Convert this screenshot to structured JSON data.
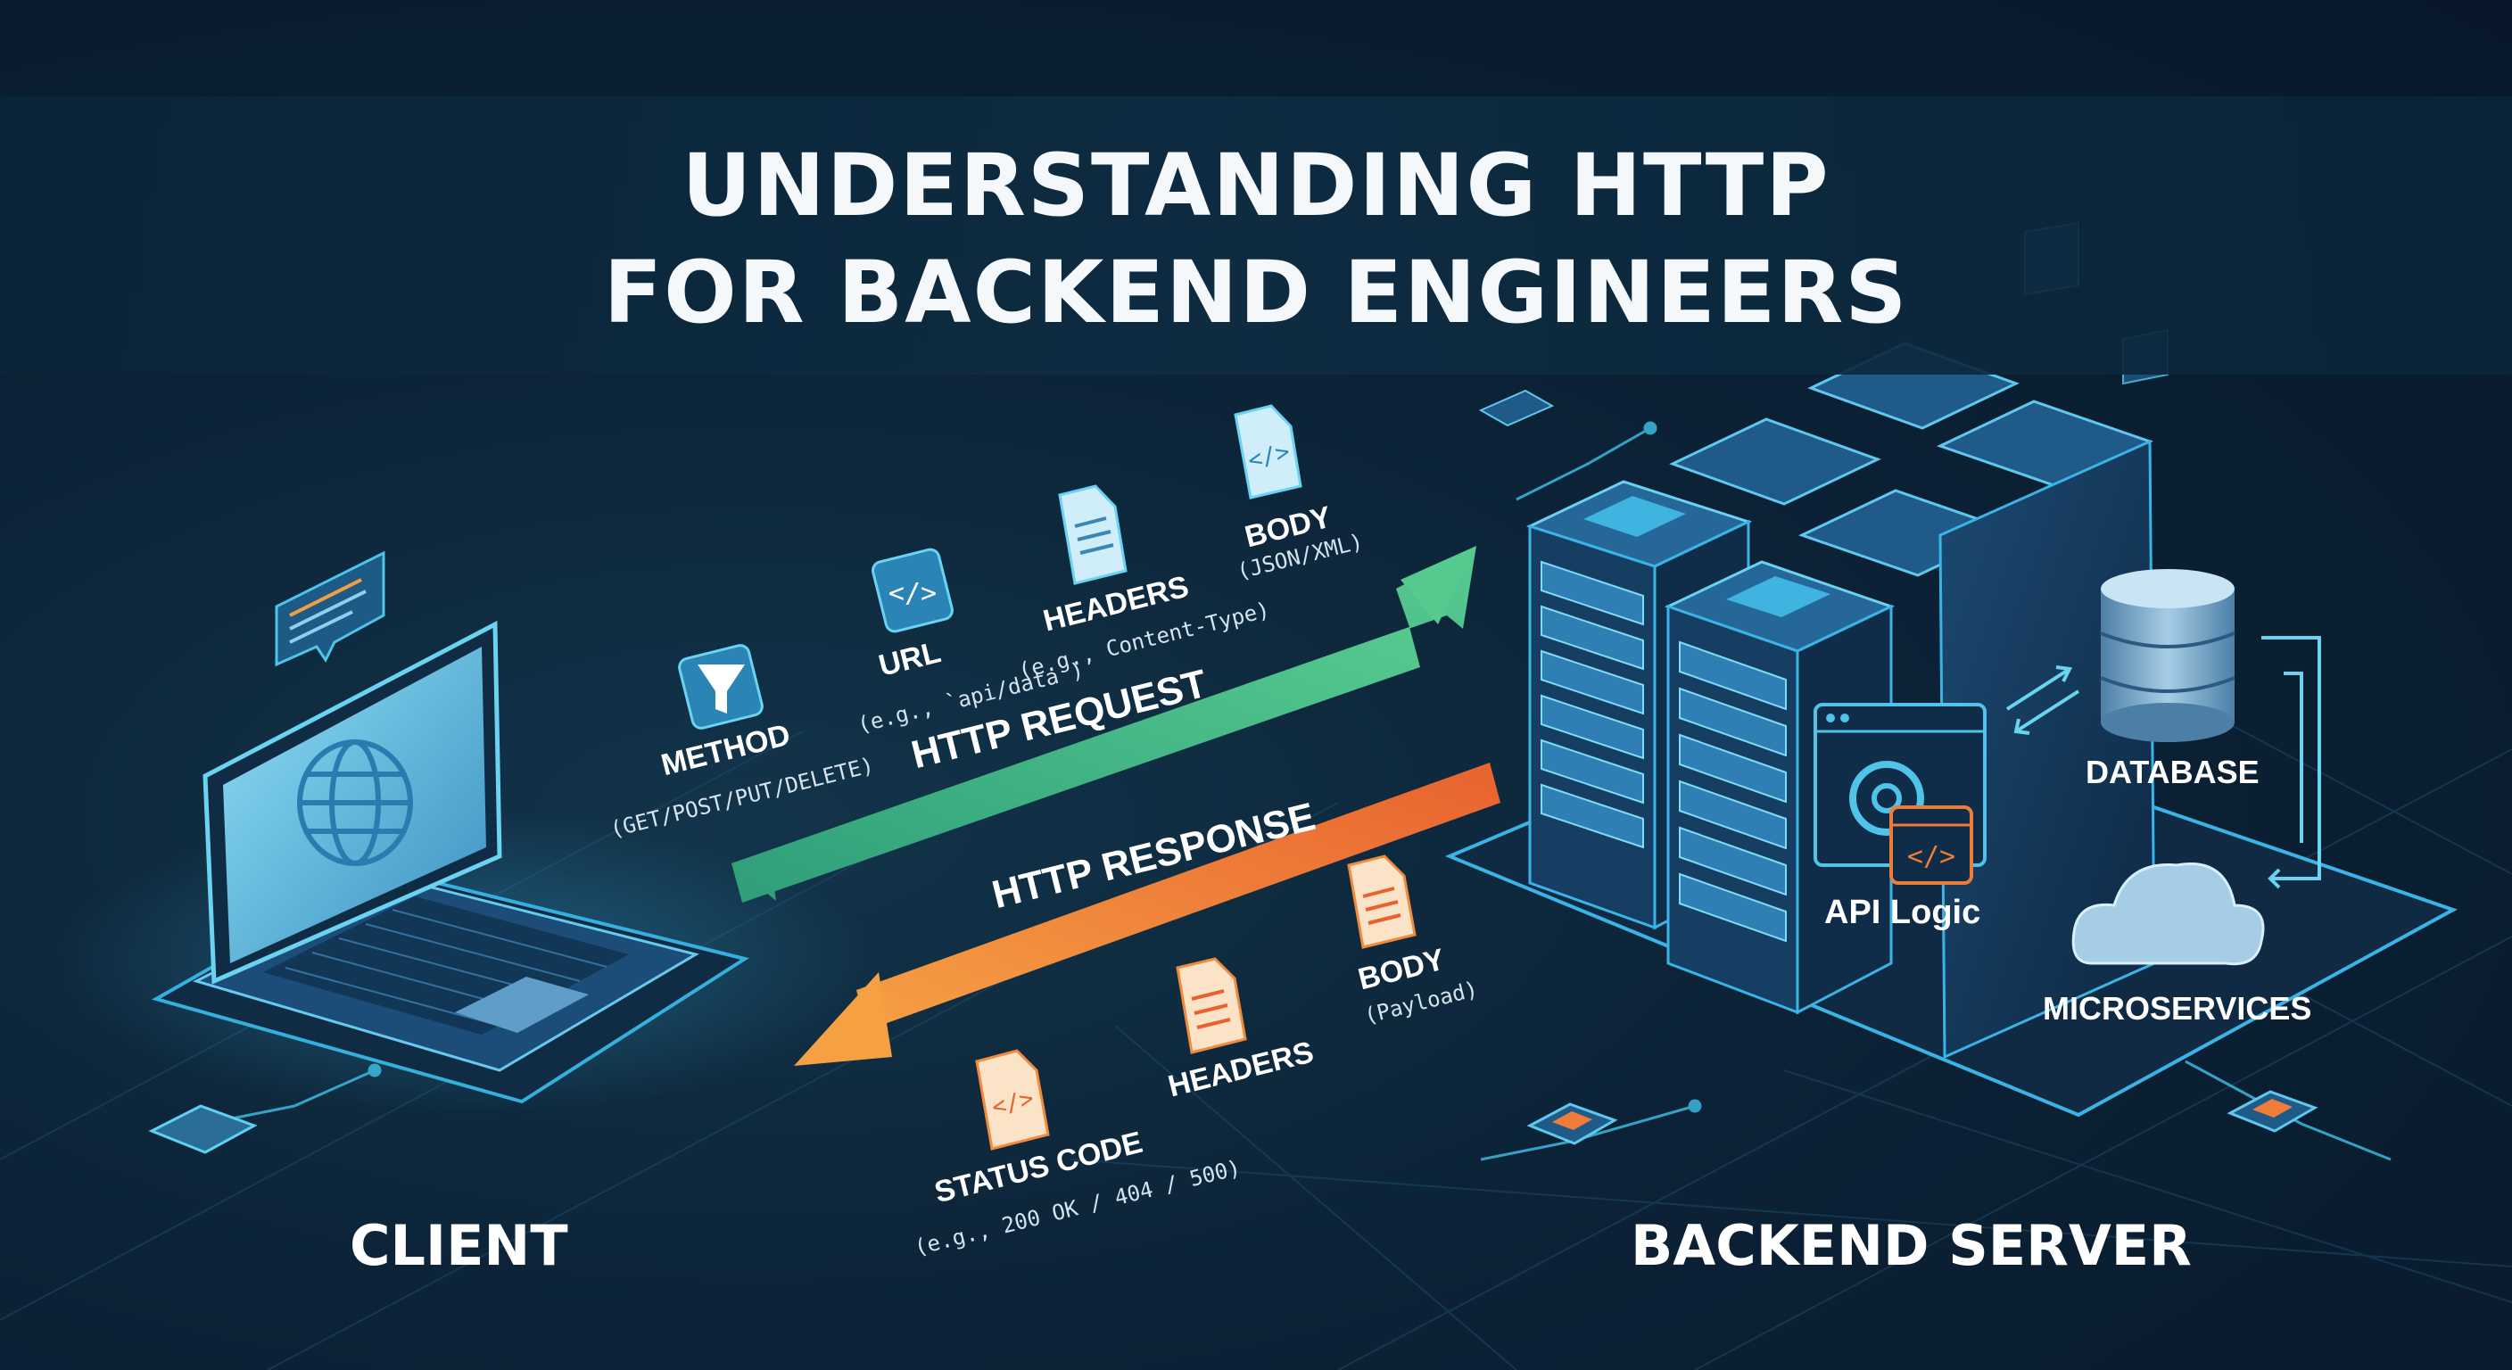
{
  "title": {
    "line1": "UNDERSTANDING HTTP",
    "line2": "FOR BACKEND ENGINEERS"
  },
  "client": {
    "label": "CLIENT"
  },
  "server": {
    "label": "BACKEND SERVER",
    "api_logic": "API Logic"
  },
  "database": {
    "label": "DATABASE"
  },
  "microservices": {
    "label": "MICROSERVICES"
  },
  "request": {
    "label": "HTTP REQUEST",
    "method": {
      "label": "METHOD",
      "detail": "(GET/POST/PUT/DELETE)"
    },
    "url": {
      "label": "URL",
      "detail": "(e.g., `api/data`)"
    },
    "headers": {
      "label": "HEADERS",
      "detail": "(e.g., Content-Type)"
    },
    "body": {
      "label": "BODY",
      "detail": "(JSON/XML)"
    }
  },
  "response": {
    "label": "HTTP RESPONSE",
    "status_code": {
      "label": "STATUS CODE",
      "detail": "(e.g., 200 OK / 404 / 500)"
    },
    "headers": {
      "label": "HEADERS"
    },
    "body": {
      "label": "BODY",
      "detail": "(Payload)"
    }
  },
  "icons": {
    "laptop": "laptop-icon",
    "globe": "globe-icon",
    "server": "server-rack-icon",
    "database": "database-icon",
    "cloud": "cloud-icon",
    "gear": "gear-icon",
    "code": "code-icon",
    "document": "document-icon",
    "filter": "filter-icon"
  },
  "colors": {
    "request": "#3fb68a",
    "response": "#f07c3a",
    "accent": "#4fc3e8",
    "background": "#0c2236",
    "text": "#ffffff"
  }
}
